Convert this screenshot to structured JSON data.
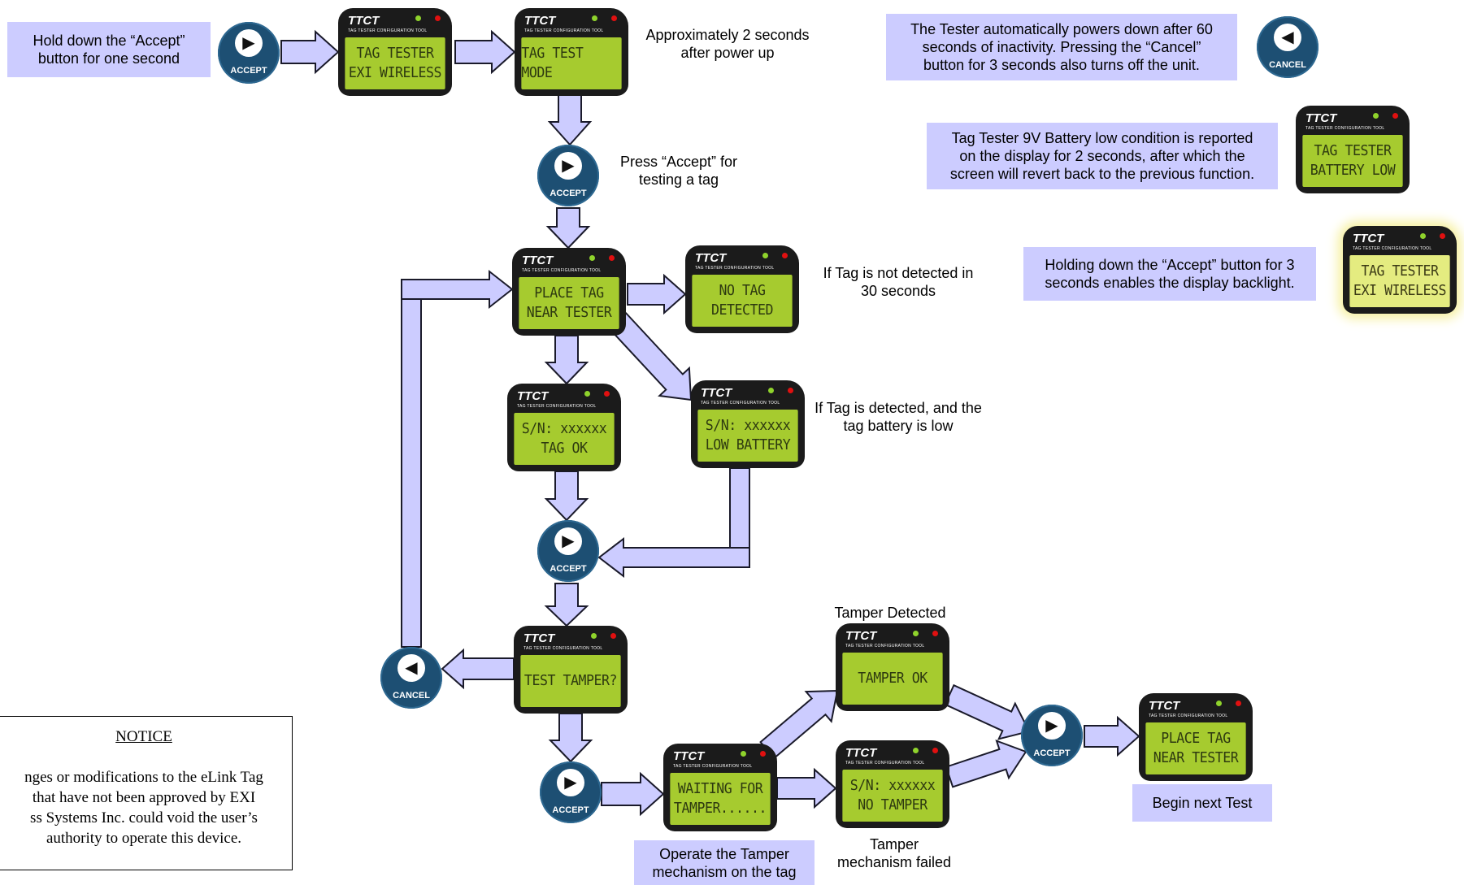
{
  "colors": {
    "box_fill": "#ccccff",
    "arrow_fill": "#ccccff",
    "button_fill": "#1d4f73",
    "lcd_green": "#a6cb2f",
    "lcd_backlit": "#e4ec80",
    "device_body": "#1b1b1b"
  },
  "labels": {
    "hold_accept": "Hold down the “Accept”\nbutton for one second",
    "power_up": "Approximately 2 seconds\nafter power up",
    "auto_power": "The Tester automatically powers down after 60\nseconds of inactivity. Pressing the “Cancel”\nbutton for 3 seconds also turns off the unit.",
    "battery_low": "Tag Tester 9V Battery low condition is reported\non the display for 2 seconds, after which the\nscreen will revert back to the previous function.",
    "backlight": "Holding down the “Accept” button for 3\nseconds enables the display backlight.",
    "press_accept": "Press “Accept” for\ntesting a tag",
    "not_detected": "If Tag is not detected in\n30 seconds",
    "detected_low": "If Tag is detected, and the\ntag battery is low",
    "tamper_detected": "Tamper Detected",
    "operate_tamper": "Operate the Tamper\nmechanism on the tag",
    "tamper_failed": "Tamper\nmechanism failed",
    "begin_next": "Begin next Test"
  },
  "device": {
    "brand": "TTCT",
    "subtitle": "TAG TESTER CONFIGURATION TOOL"
  },
  "screens": {
    "tag_tester": [
      "TAG TESTER",
      "EXI WIRELESS"
    ],
    "test_mode": [
      "TAG TEST MODE"
    ],
    "battery_low": [
      "TAG TESTER",
      "BATTERY LOW"
    ],
    "backlit": [
      "TAG TESTER",
      "EXI WIRELESS"
    ],
    "place_tag": [
      "PLACE TAG",
      "NEAR TESTER"
    ],
    "no_tag": [
      "NO TAG",
      "DETECTED"
    ],
    "tag_ok": [
      "S/N: xxxxxx",
      "TAG OK"
    ],
    "low_battery": [
      "S/N: xxxxxx",
      "LOW BATTERY"
    ],
    "test_tamper": [
      "TEST TAMPER?"
    ],
    "tamper_ok": [
      "TAMPER OK"
    ],
    "waiting_tamper": [
      "WAITING FOR",
      "TAMPER......"
    ],
    "no_tamper": [
      "S/N: xxxxxx",
      "NO TAMPER"
    ],
    "place_tag_next": [
      "PLACE TAG",
      "NEAR TESTER"
    ]
  },
  "buttons": {
    "accept": "ACCEPT",
    "cancel": "CANCEL"
  },
  "notice": {
    "title": "NOTICE",
    "body": "nges or modifications to the eLink Tag\nthat have not been approved by EXI\nss Systems Inc. could void the user’s\nauthority to operate this device."
  }
}
